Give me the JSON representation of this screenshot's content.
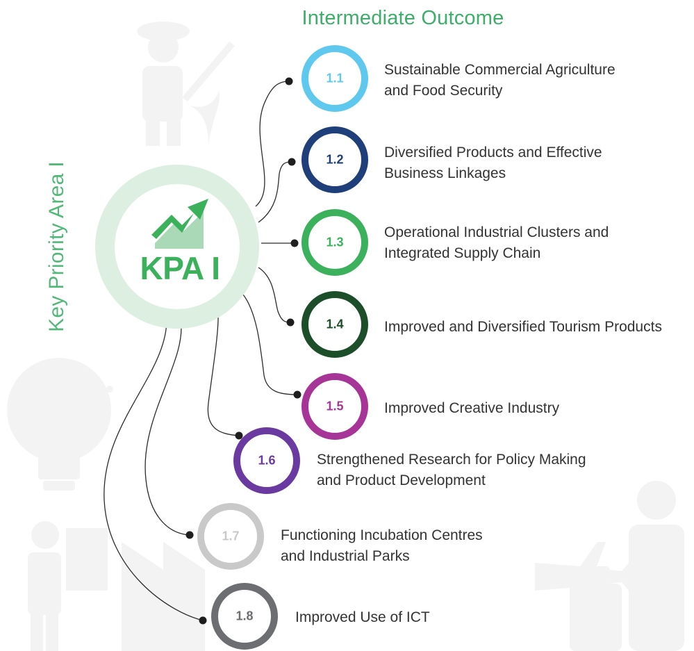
{
  "header": {
    "title": "Intermediate Outcome"
  },
  "side_title": "Key Priority Area I",
  "hub": {
    "label": "KPA I",
    "icon": "growth-chart-icon",
    "ring_color": "#dcefe0",
    "icon_color": "#3cb15c"
  },
  "outcomes": [
    {
      "number": "1.1",
      "color": "#5ec8ee",
      "lines": [
        "Sustainable Commercial Agriculture",
        "and Food Security"
      ]
    },
    {
      "number": "1.2",
      "color": "#1f3f7a",
      "lines": [
        "Diversified Products and Effective",
        "Business Linkages"
      ]
    },
    {
      "number": "1.3",
      "color": "#3cb15c",
      "lines": [
        "Operational Industrial Clusters and",
        "Integrated Supply Chain"
      ]
    },
    {
      "number": "1.4",
      "color": "#1d4e2a",
      "lines": [
        "Improved and Diversified Tourism Products"
      ]
    },
    {
      "number": "1.5",
      "color": "#a63597",
      "lines": [
        "Improved Creative Industry"
      ]
    },
    {
      "number": "1.6",
      "color": "#6a3aa0",
      "lines": [
        "Strengthened Research for Policy Making",
        "and Product Development"
      ]
    },
    {
      "number": "1.7",
      "color": "#c9c9c9",
      "lines": [
        "Functioning Incubation Centres",
        "and Industrial Parks"
      ]
    },
    {
      "number": "1.8",
      "color": "#6d6e71",
      "lines": [
        "Improved Use of ICT"
      ]
    }
  ],
  "background_icons": [
    "farmer-icon",
    "lightbulb-gear-icon",
    "painter-icon",
    "factory-icon",
    "airplane-icon",
    "luggage-icon",
    "traveler-icon"
  ]
}
